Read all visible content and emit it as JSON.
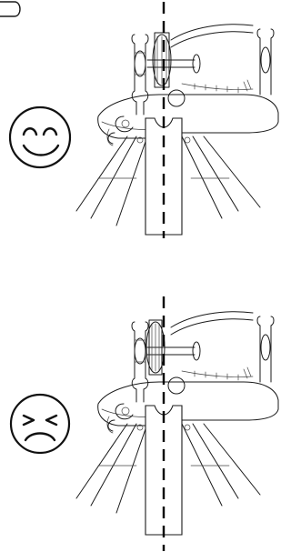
{
  "panels": [
    {
      "id": "aligned",
      "verdict": "happy",
      "face_icon": "smiley-face-icon",
      "wheel_icon": "spinning-wheel-icon"
    },
    {
      "id": "misaligned",
      "verdict": "unhappy",
      "face_icon": "frowning-face-icon",
      "wheel_icon": "spinning-wheel-icon"
    }
  ],
  "colors": {
    "line": "#1a1a1a",
    "axis": "#000000",
    "background": "#ffffff"
  }
}
